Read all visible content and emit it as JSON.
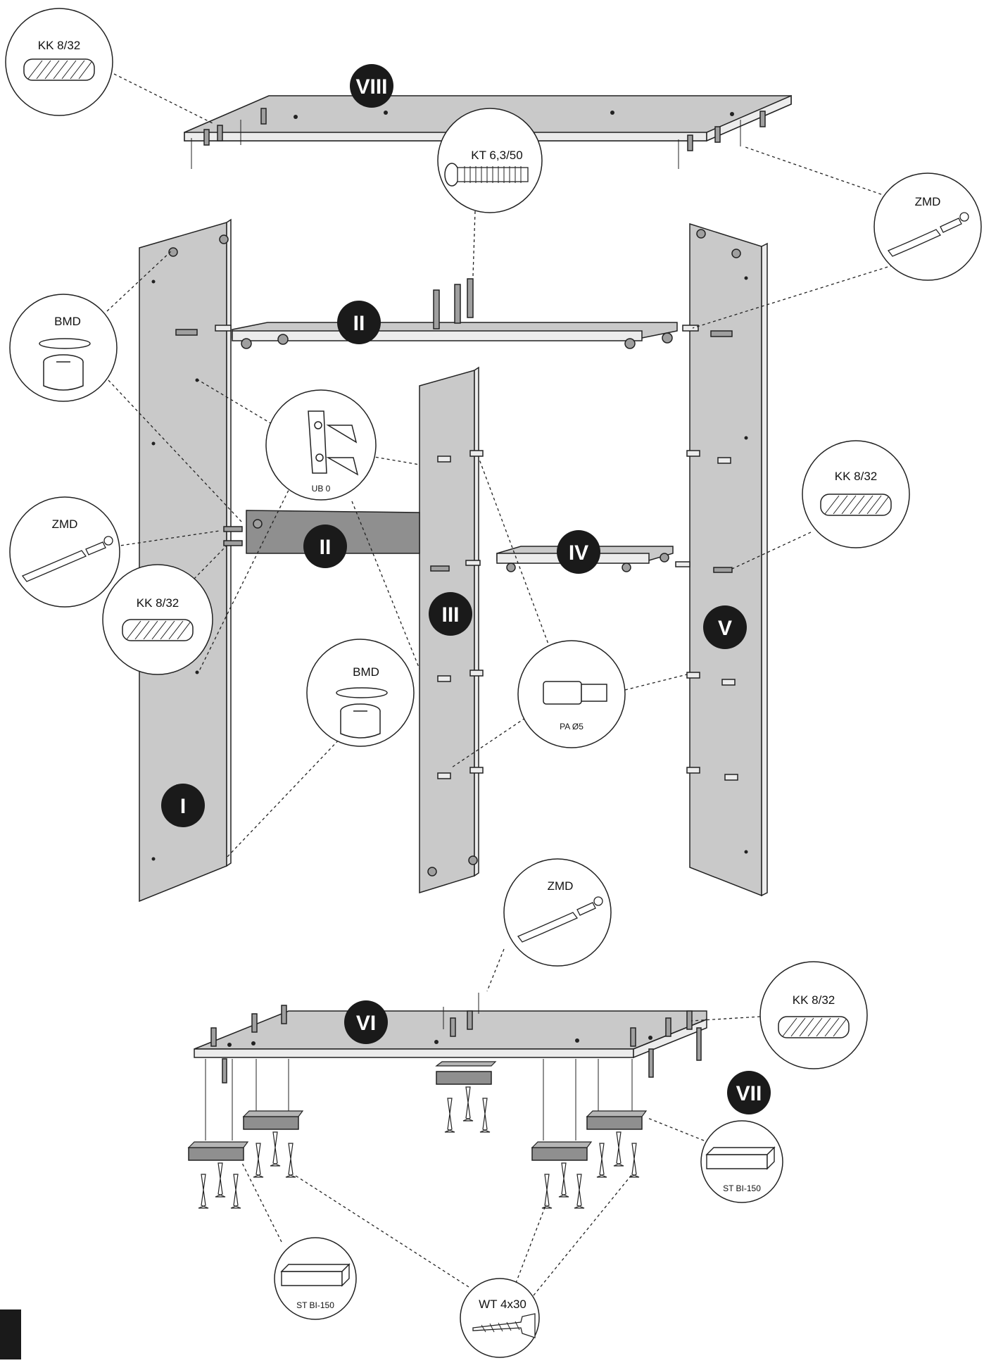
{
  "parts": {
    "p1": "I",
    "p2": "II",
    "p3": "III",
    "p4": "IV",
    "p5": "V",
    "p6": "VI",
    "p7": "VII",
    "p8": "VIII"
  },
  "fittings": {
    "kk_top": "KK 8/32",
    "kt": "KT 6,3/50",
    "zmd_top_right": "ZMD",
    "bmd_left": "BMD",
    "ub": "UB 0",
    "zmd_left": "ZMD",
    "kk_left": "KK 8/32",
    "bmd_center": "BMD",
    "pa": "PA Ø5",
    "kk_right": "KK 8/32",
    "zmd_bottom": "ZMD",
    "kk_bottom": "KK 8/32",
    "st_right": "ST BI-150",
    "st_left": "ST BI-150",
    "wt": "WT 4x30"
  },
  "colors": {
    "panel": "#c9c9c9",
    "badge": "#1a1a1a",
    "page_tab": "#1a1a1a"
  }
}
